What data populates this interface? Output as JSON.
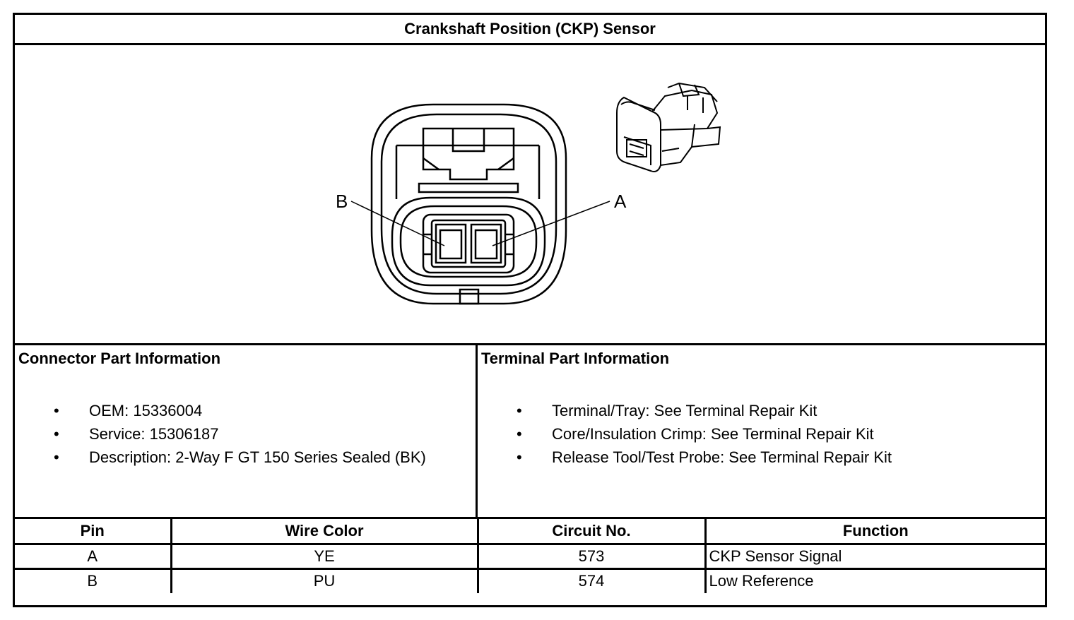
{
  "title": "Crankshaft Position (CKP) Sensor",
  "diagram": {
    "pin_labels": [
      "B",
      "A"
    ]
  },
  "connector_info": {
    "heading": "Connector Part Information",
    "items": [
      "OEM: 15336004",
      "Service: 15306187",
      "Description: 2-Way F GT 150 Series Sealed (BK)"
    ]
  },
  "terminal_info": {
    "heading": "Terminal Part Information",
    "items": [
      "Terminal/Tray: See Terminal Repair Kit",
      "Core/Insulation Crimp: See Terminal Repair Kit",
      "Release Tool/Test Probe: See Terminal Repair Kit"
    ]
  },
  "pin_table": {
    "headers": [
      "Pin",
      "Wire Color",
      "Circuit No.",
      "Function"
    ],
    "rows": [
      [
        "A",
        "YE",
        "573",
        "CKP Sensor Signal"
      ],
      [
        "B",
        "PU",
        "574",
        "Low Reference"
      ]
    ]
  }
}
